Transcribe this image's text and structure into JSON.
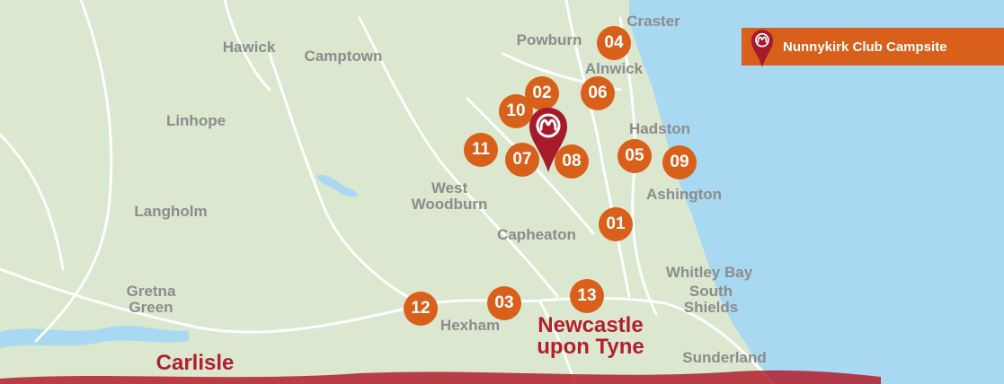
{
  "places": {
    "craster": "Craster",
    "hawick": "Hawick",
    "camptown": "Camptown",
    "powburn": "Powburn",
    "alnwick": "Alnwick",
    "linhope": "Linhope",
    "hadston": "Hadston",
    "ashington": "Ashington",
    "west_woodburn": "West\nWoodburn",
    "langholm": "Langholm",
    "capheaton": "Capheaton",
    "whitley_bay": "Whitley Bay",
    "south_shields": "South\nShields",
    "gretna_green": "Gretna\nGreen",
    "hexham": "Hexham",
    "sunderland": "Sunderland"
  },
  "cities": {
    "newcastle": "Newcastle\nupon Tyne",
    "carlisle": "Carlisle"
  },
  "markers": [
    "01",
    "02",
    "03",
    "04",
    "05",
    "06",
    "07",
    "08",
    "09",
    "10",
    "11",
    "12",
    "13"
  ],
  "legend": {
    "label": "Nunnykirk Club Campsite",
    "icon": "map-pin-icon"
  },
  "colors": {
    "land": "#dbe7cf",
    "sea": "#a9d8f2",
    "road": "#ffffff",
    "marker": "#d9601a",
    "campsite_pin": "#a61b2b",
    "city_label": "#b21f2d",
    "place_label": "#8c8c8c"
  }
}
